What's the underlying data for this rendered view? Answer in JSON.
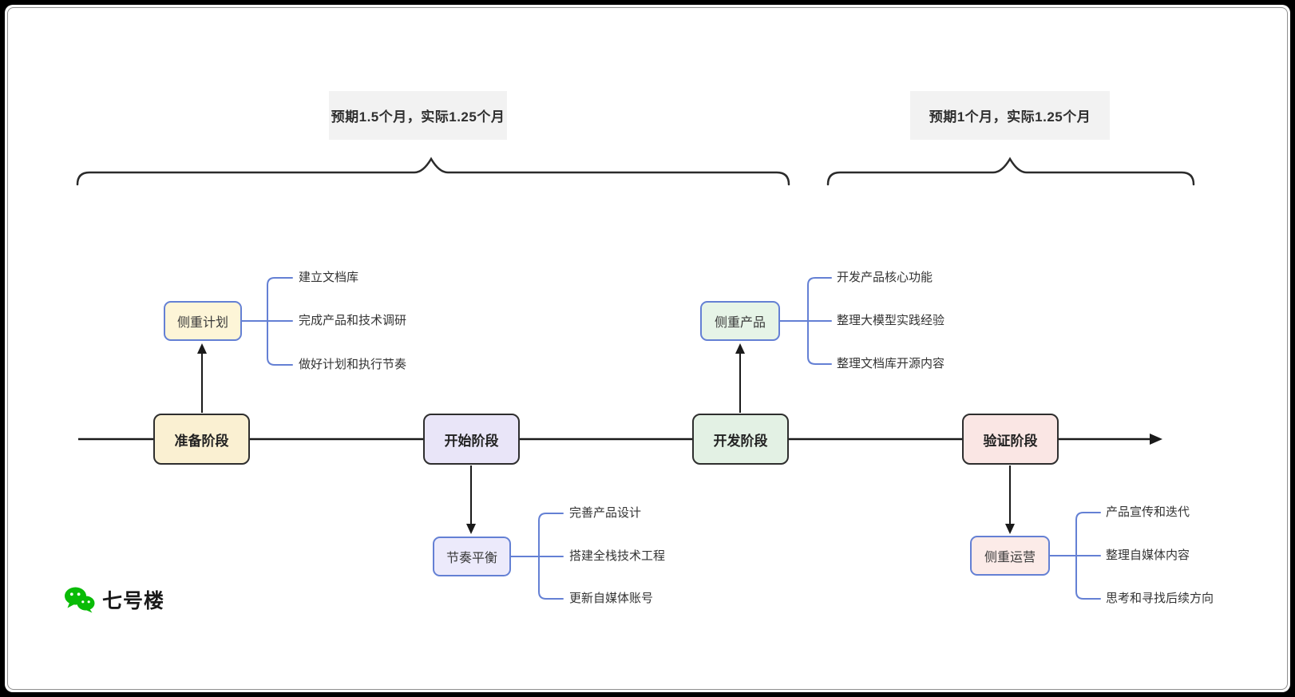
{
  "duration_labels": [
    {
      "text": "预期1.5个月，实际1.25个月"
    },
    {
      "text": "预期1个月，实际1.25个月"
    }
  ],
  "phases": [
    {
      "name": "准备阶段",
      "focus": "侧重计划",
      "tasks": [
        "建立文档库",
        "完成产品和技术调研",
        "做好计划和执行节奏"
      ]
    },
    {
      "name": "开始阶段",
      "focus": "节奏平衡",
      "tasks": [
        "完善产品设计",
        "搭建全栈技术工程",
        "更新自媒体账号"
      ]
    },
    {
      "name": "开发阶段",
      "focus": "侧重产品",
      "tasks": [
        "开发产品核心功能",
        "整理大模型实践经验",
        "整理文档库开源内容"
      ]
    },
    {
      "name": "验证阶段",
      "focus": "侧重运营",
      "tasks": [
        "产品宣传和迭代",
        "整理自媒体内容",
        "思考和寻找后续方向"
      ]
    }
  ],
  "watermark": {
    "brand": "七号楼",
    "icon": "wechat-icon"
  },
  "colors": {
    "accent_blue": "#6480d4",
    "line_dark": "#2b2b2b",
    "label_bg": "#f2f2f2",
    "phase_prep_fill": "#faf0d2",
    "phase_start_fill": "#e9e5f8",
    "phase_dev_fill": "#e3f1e4",
    "phase_ver_fill": "#fae6e4",
    "wechat_green": "#09bb07"
  }
}
